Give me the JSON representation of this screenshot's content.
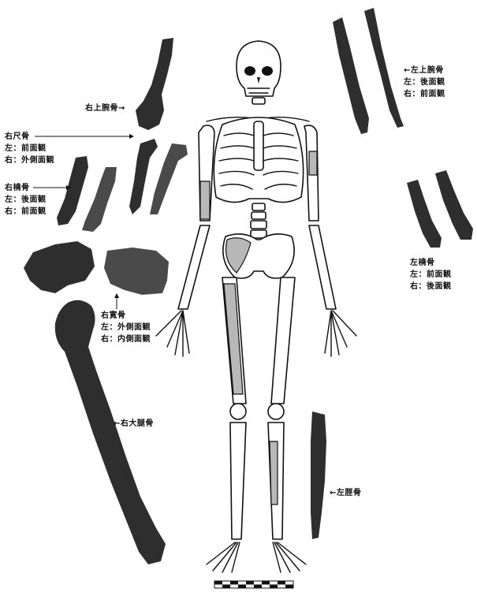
{
  "labels": {
    "right_humerus": "右上腕骨→",
    "left_humerus": {
      "title": "←左上腕骨",
      "line1": "左：後面観",
      "line2": "右：前面観"
    },
    "right_ulna": {
      "title": "右尺骨",
      "line1": "左：前面観",
      "line2": "右：外側面観"
    },
    "right_radius": {
      "title": "右橈骨",
      "line1": "左：後面観",
      "line2": "右：前面観"
    },
    "left_radius": {
      "title": "左橈骨",
      "line1": "左：前面観",
      "line2": "右：後面観"
    },
    "right_hip": {
      "title": "右寛骨",
      "line1": "左：外側面観",
      "line2": "右：内側面観"
    },
    "right_femur": "←右大腿骨",
    "left_tibia": "←左脛骨"
  },
  "colors": {
    "bone_dark": "#2e2e2e",
    "shading": "#b8b8b8"
  },
  "scale_bar": {
    "segments": 10
  }
}
